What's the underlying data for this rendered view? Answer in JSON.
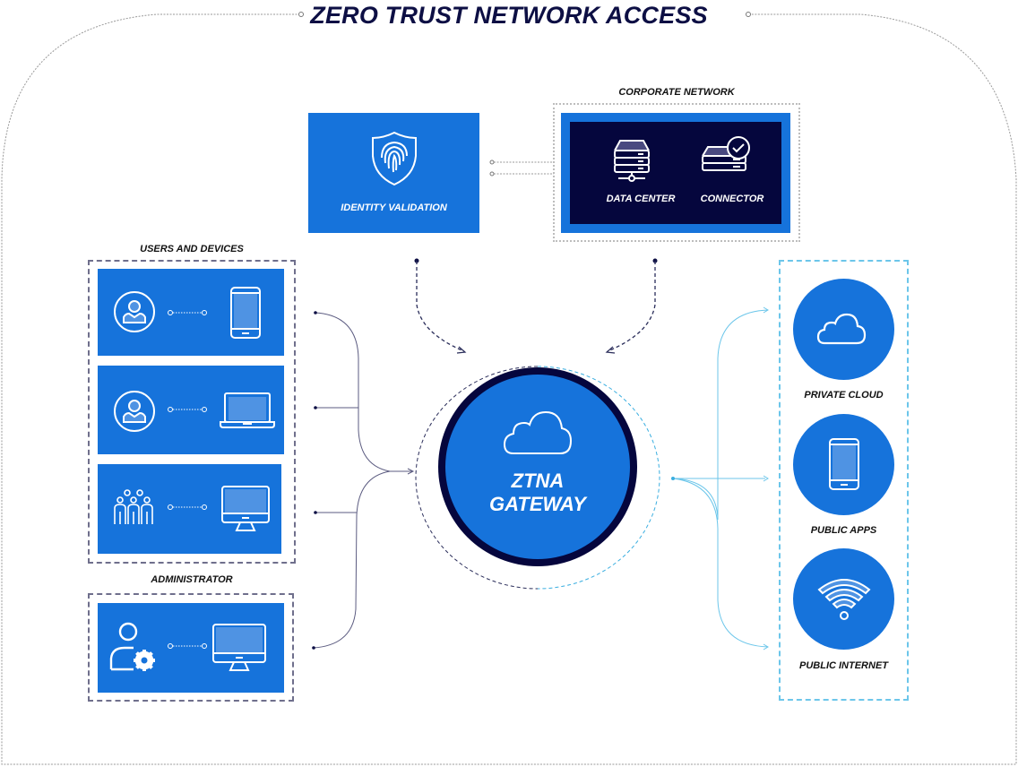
{
  "title": "ZERO TRUST NETWORK ACCESS",
  "identity": {
    "label": "IDENTITY VALIDATION",
    "icon": "fingerprint-shield-icon"
  },
  "corporate_network": {
    "heading": "CORPORATE NETWORK",
    "items": [
      {
        "label": "DATA CENTER",
        "icon": "server-network-icon"
      },
      {
        "label": "CONNECTOR",
        "icon": "server-check-icon"
      }
    ]
  },
  "users_devices": {
    "heading": "USERS AND DEVICES",
    "rows": [
      {
        "user_icon": "user-circle-icon",
        "device_icon": "smartphone-icon"
      },
      {
        "user_icon": "user-circle-icon",
        "device_icon": "laptop-icon"
      },
      {
        "user_icon": "user-group-icon",
        "device_icon": "desktop-monitor-icon"
      }
    ]
  },
  "administrator": {
    "heading": "ADMINISTRATOR",
    "user_icon": "user-gear-icon",
    "device_icon": "desktop-monitor-icon"
  },
  "gateway": {
    "line1": "ZTNA",
    "line2": "GATEWAY",
    "icon": "cloud-icon"
  },
  "destinations": [
    {
      "label": "PRIVATE CLOUD",
      "icon": "cloud-icon"
    },
    {
      "label": "PUBLIC APPS",
      "icon": "smartphone-icon"
    },
    {
      "label": "PUBLIC INTERNET",
      "icon": "wifi-icon"
    }
  ],
  "colors": {
    "blue": "#1673db",
    "navy": "#05063d",
    "light_blue": "#6cc6ea",
    "title": "#0d0f44"
  }
}
